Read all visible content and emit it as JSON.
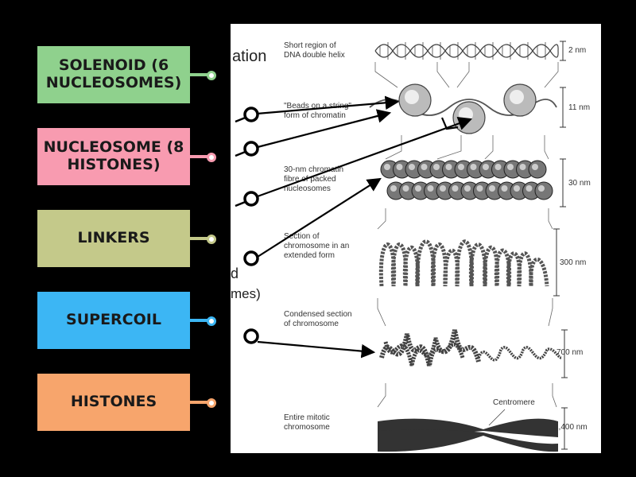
{
  "labels": [
    {
      "text": "SOLENOID (6 NUCLEOSOMES)",
      "color": "#8fd18d"
    },
    {
      "text": "NUCLEOSOME (8 HISTONES)",
      "color": "#f89bb0"
    },
    {
      "text": "LINKERS",
      "color": "#c4c98a"
    },
    {
      "text": "SUPERCOIL",
      "color": "#3cb6f4"
    },
    {
      "text": "HISTONES",
      "color": "#f7a56c"
    }
  ],
  "figure": {
    "title_fragment": "ation",
    "left_fragment_1": "d",
    "left_fragment_2": "mes)",
    "captions": [
      "Short region of\nDNA double helix",
      "\"Beads on a string\"\nform of chromatin",
      "30-nm chromatin\nfibre of packed\nnucleosomes",
      "Section of\nchromosome in an\nextended form",
      "Condensed section\nof chromosome",
      "Entire mitotic\nchromosome"
    ],
    "sizes": [
      "2 nm",
      "11 nm",
      "30 nm",
      "300 nm",
      "700 nm",
      "1,400 nm"
    ],
    "centromere": "Centromere"
  }
}
